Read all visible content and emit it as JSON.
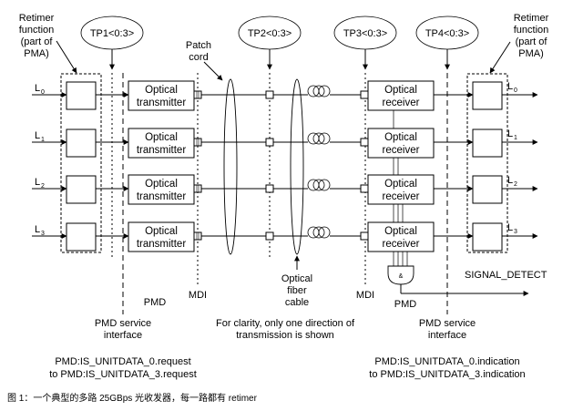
{
  "retimer_left": [
    "Retimer",
    "function",
    "(part of",
    "PMA)"
  ],
  "retimer_right": [
    "Retimer",
    "function",
    "(part of",
    "PMA)"
  ],
  "test_points": [
    "TP1<0:3>",
    "TP2<0:3>",
    "TP3<0:3>",
    "TP4<0:3>"
  ],
  "patch_cord": [
    "Patch",
    "cord"
  ],
  "lanes": [
    {
      "letter": "L",
      "sub": "0"
    },
    {
      "letter": "L",
      "sub": "1"
    },
    {
      "letter": "L",
      "sub": "2"
    },
    {
      "letter": "L",
      "sub": "3"
    }
  ],
  "transmitter": [
    "Optical",
    "transmitter"
  ],
  "receiver": [
    "Optical",
    "receiver"
  ],
  "pmd_left": "PMD",
  "pmd_right": "PMD",
  "mdi_left": "MDI",
  "mdi_right": "MDI",
  "optical_fiber_cable": [
    "Optical",
    "fiber",
    "cable"
  ],
  "signal_detect": "SIGNAL_DETECT",
  "pmd_service_left": [
    "PMD service",
    "interface"
  ],
  "pmd_service_right": [
    "PMD service",
    "interface"
  ],
  "clarity_note": [
    "For clarity, only one direction of",
    "transmission is shown"
  ],
  "request_lines": [
    "PMD:IS_UNITDATA_0.request",
    "to PMD:IS_UNITDATA_3.request"
  ],
  "indication_lines": [
    "PMD:IS_UNITDATA_0.indication",
    "to PMD:IS_UNITDATA_3.indication"
  ],
  "caption": "图 1：一个典型的多路 25GBps 光收发器，每一路都有 retimer"
}
